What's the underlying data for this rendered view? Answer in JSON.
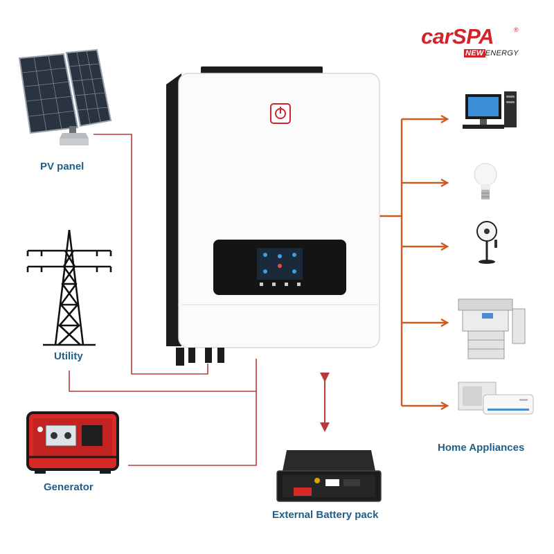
{
  "brand": {
    "name_prefix": "car",
    "name_suffix": "SPA",
    "registered": "®",
    "tag_highlight": "NEW",
    "tag_rest": "ENERGY"
  },
  "sources": {
    "pv": "PV panel",
    "utility": "Utility",
    "generator": "Generator"
  },
  "loads_label": "Home Appliances",
  "battery_label": "External Battery pack",
  "colors": {
    "source_line": "#b83a3a",
    "load_line": "#cf5a1e",
    "label_text": "#1f5f86",
    "brand_red": "#d3232a"
  },
  "icons": [
    "solar-panel-icon",
    "power-tower-icon",
    "generator-icon",
    "inverter-icon",
    "battery-icon",
    "computer-icon",
    "light-bulb-icon",
    "fan-icon",
    "printer-icon",
    "air-conditioner-icon"
  ]
}
